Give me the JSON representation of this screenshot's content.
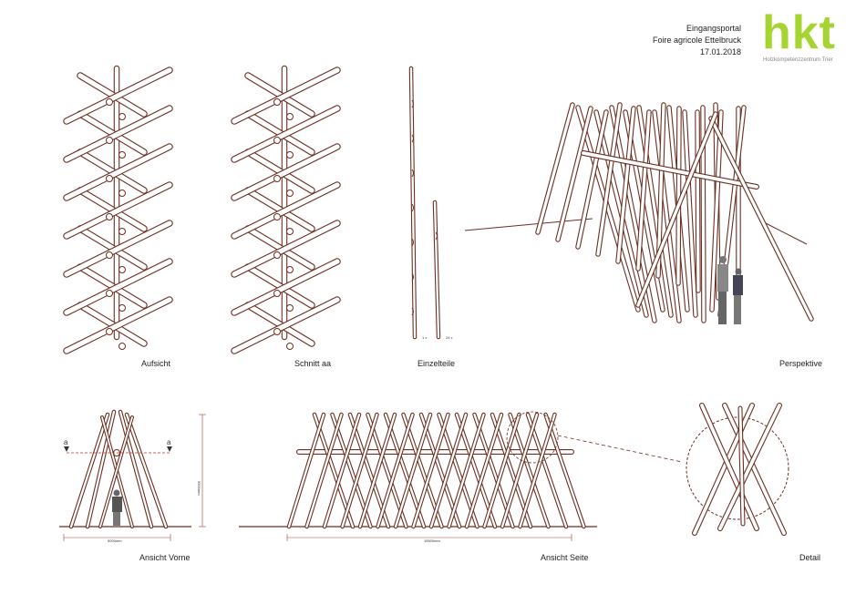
{
  "title_block": {
    "line1": "Eingangsportal",
    "line2": "Foire agricole Ettelbruck",
    "date": "17.01.2018"
  },
  "logo": {
    "text": "hkt",
    "subtitle": "Holzkompetenzzentrum Trier",
    "color": "#a6d431"
  },
  "views": {
    "aufsicht": "Aufsicht",
    "schnitt": "Schnitt aa",
    "einzelteile": "Einzelteile",
    "perspektive": "Perspektive",
    "ansicht_vorne": "Ansicht Vorne",
    "ansicht_seite": "Ansicht Seite",
    "detail": "Detail"
  },
  "annotations": {
    "qty_long": "1 x",
    "qty_short": "24 x",
    "section_mark_left": "a",
    "section_mark_right": "a",
    "height_dim": "5500mm",
    "width_front_dim": "5000mm",
    "width_side_dim": "15500mm"
  },
  "colors": {
    "timber_stroke": "#6b2f22",
    "dimension": "#b23a2a",
    "text": "#222222"
  }
}
